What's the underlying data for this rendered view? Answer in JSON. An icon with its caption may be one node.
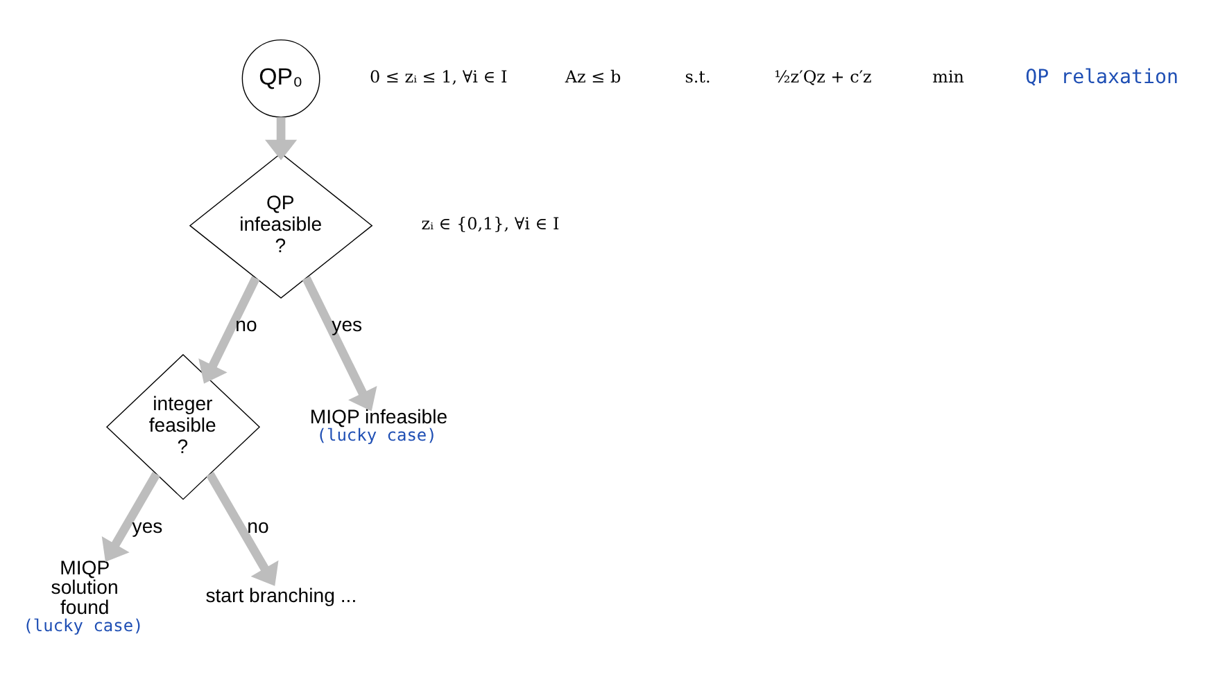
{
  "diagram": {
    "nodes": [
      {
        "text": [
          "QP₀"
        ]
      },
      {
        "text": [
          "QP infeasible ?"
        ]
      },
      {
        "text": [
          "integer feasible ?"
        ]
      },
      {
        "text": [
          "MIQP infeasible"
        ],
        "beside": [
          "(lucky case)"
        ]
      },
      {
        "text": [
          "MIQP solution found"
        ],
        "beside": [
          "(lucky case)"
        ]
      },
      {
        "text": [
          "start branching ..."
        ]
      }
    ],
    "edges": [
      {
        "from": 0,
        "to": 1,
        "arrow": "to"
      },
      {
        "from": 1,
        "to": 3,
        "arrow": "to",
        "label": "yes"
      },
      {
        "from": 1,
        "to": 2,
        "arrow": "to",
        "label": "no"
      },
      {
        "from": 2,
        "to": 4,
        "arrow": "to",
        "label": "yes"
      },
      {
        "from": 2,
        "to": 5,
        "arrow": "to",
        "label": "no"
      }
    ],
    "labels": [
      "QP relaxation",
      "min",
      "½z′Qz + c′z",
      "s.t.",
      "Az ≤ b",
      "0 ≤ zᵢ ≤ 1, ∀i ∈ I",
      "zᵢ ∈ {0,1}, ∀i ∈ I"
    ]
  }
}
